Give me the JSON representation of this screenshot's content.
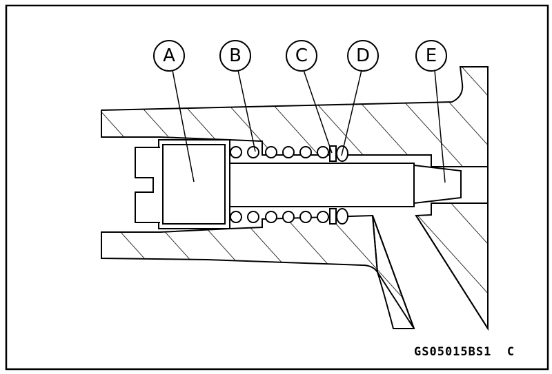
{
  "figure": {
    "labels": [
      {
        "id": "A",
        "text": "A"
      },
      {
        "id": "B",
        "text": "B"
      },
      {
        "id": "C",
        "text": "C"
      },
      {
        "id": "D",
        "text": "D"
      },
      {
        "id": "E",
        "text": "E"
      }
    ],
    "code": "GS05015BS1  C",
    "line_color": "#000000",
    "background": "#ffffff"
  }
}
